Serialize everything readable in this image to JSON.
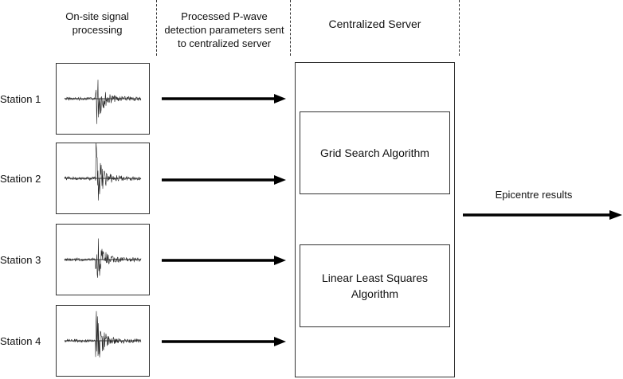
{
  "headers": {
    "onsite": "On-site signal processing",
    "processed": "Processed P-wave detection parameters sent to centralized server",
    "server": "Centralized Server"
  },
  "stations": [
    {
      "label": "Station 1"
    },
    {
      "label": "Station 2"
    },
    {
      "label": "Station 3"
    },
    {
      "label": "Station 4"
    }
  ],
  "server": {
    "algorithms": [
      {
        "label": "Grid Search Algorithm"
      },
      {
        "label": "Linear Least Squares Algorithm"
      }
    ]
  },
  "output": {
    "label": "Epicentre results"
  }
}
